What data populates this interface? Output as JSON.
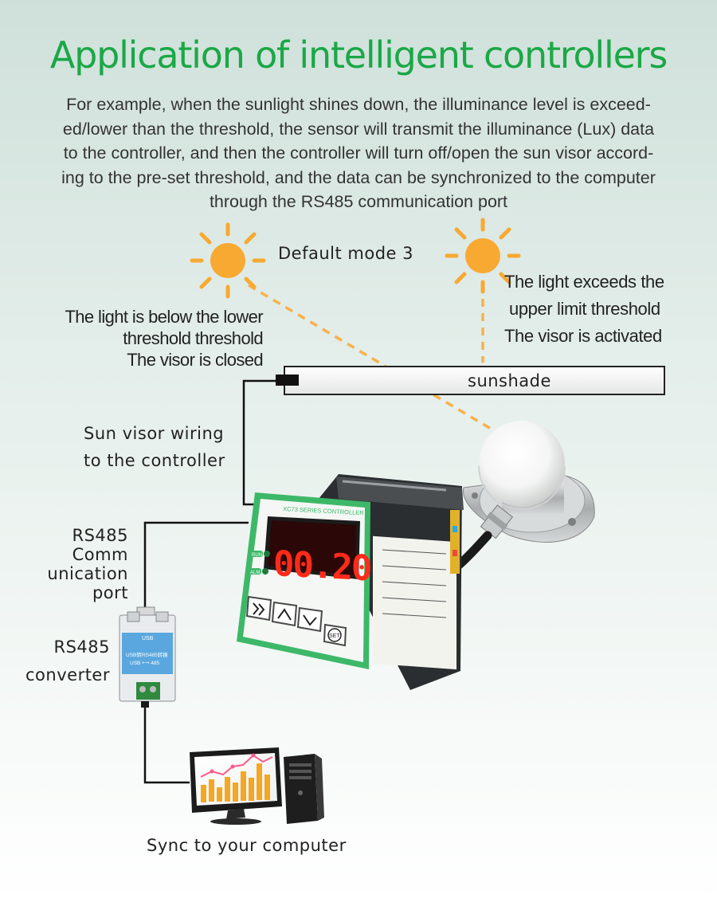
{
  "header": {
    "title": "Application of intelligent controllers",
    "intro_lines": [
      "For example, when the sunlight shines down, the illuminance level is exceed-",
      "ed/lower than the threshold, the sensor will transmit the illuminance (Lux) data",
      "to the controller, and then the controller will turn off/open the sun visor accord-",
      "ing to the pre-set threshold, and the data can be synchronized to the computer",
      "through the RS485 communication port"
    ]
  },
  "diagram": {
    "mode_label": "Default mode 3",
    "left_condition": {
      "lines": [
        "The light is below the lower",
        "threshold threshold",
        "The visor is closed"
      ]
    },
    "right_condition": {
      "lines": [
        "The light exceeds the",
        "upper limit threshold",
        "The visor is activated"
      ]
    },
    "sunshade_label": "sunshade",
    "wiring_label": [
      "Sun visor wiring",
      "to the controller"
    ],
    "rs485_port_label": [
      "RS485",
      "Comm",
      "unication",
      "port"
    ],
    "converter_label": [
      "RS485",
      "converter"
    ],
    "computer_label": "Sync to your computer",
    "controller": {
      "display_value": "00.20",
      "brand_text": "XC73 SERIES CONTROLLER",
      "indicator_labels": [
        "RUN",
        "ALM"
      ],
      "button_icons": [
        "double-chevron-right-icon",
        "chevron-up-icon",
        "chevron-down-icon"
      ],
      "set_button": "SET"
    },
    "converter_device": {
      "top_text": "USB",
      "mid_text": "USB转RS485转换",
      "arrow_text": "USB ⟷ 485"
    }
  },
  "colors": {
    "title_green": "#1aa846",
    "sun_orange": "#f7a932",
    "led_red": "#ff2a1a",
    "controller_green": "#3dbb6a",
    "converter_blue": "#5aa7df",
    "chart_orange": "#f5a623",
    "chart_line_pink": "#ff5a8a"
  }
}
